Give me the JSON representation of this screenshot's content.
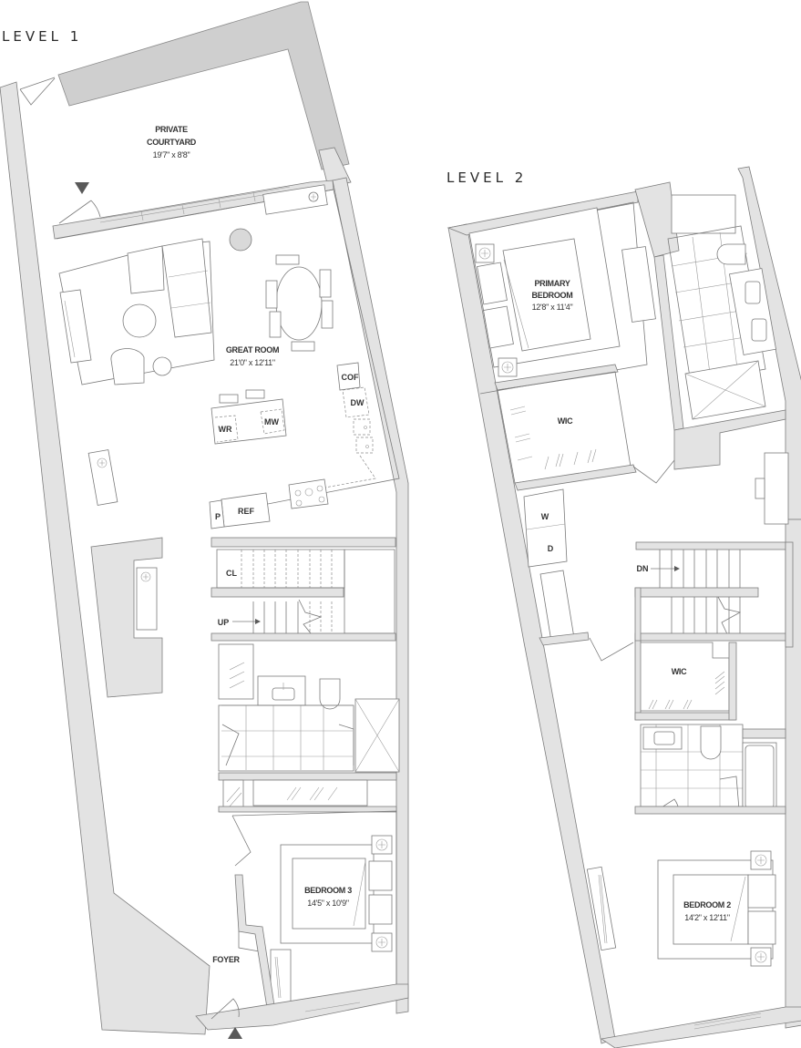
{
  "level1": {
    "title": "LEVEL 1",
    "rooms": {
      "courtyard": {
        "name_line1": "PRIVATE",
        "name_line2": "COURTYARD",
        "dims": "19'7\" x 8'8\""
      },
      "great_room": {
        "name": "GREAT ROOM",
        "dims": "21'0\" x 12'11\""
      },
      "bedroom3": {
        "name": "BEDROOM 3",
        "dims": "14'5\" x 10'9\""
      },
      "foyer": {
        "name": "FOYER"
      }
    },
    "fixtures": {
      "cof": "COF",
      "dw": "DW",
      "wr": "WR",
      "mw": "MW",
      "ref": "REF",
      "pantry": "P",
      "closet": "CL",
      "stairs": "UP"
    },
    "entries": [
      "courtyard-entry",
      "main-entry"
    ]
  },
  "level2": {
    "title": "LEVEL 2",
    "rooms": {
      "primary_bedroom": {
        "name_line1": "PRIMARY",
        "name_line2": "BEDROOM",
        "dims": "12'8\" x 11'4\""
      },
      "wic_primary": {
        "name": "WIC"
      },
      "wic_second": {
        "name": "WIC"
      },
      "bedroom2": {
        "name": "BEDROOM 2",
        "dims": "14'2\" x 12'11\""
      }
    },
    "fixtures": {
      "washer": "W",
      "dryer": "D",
      "stairs": "DN"
    }
  }
}
